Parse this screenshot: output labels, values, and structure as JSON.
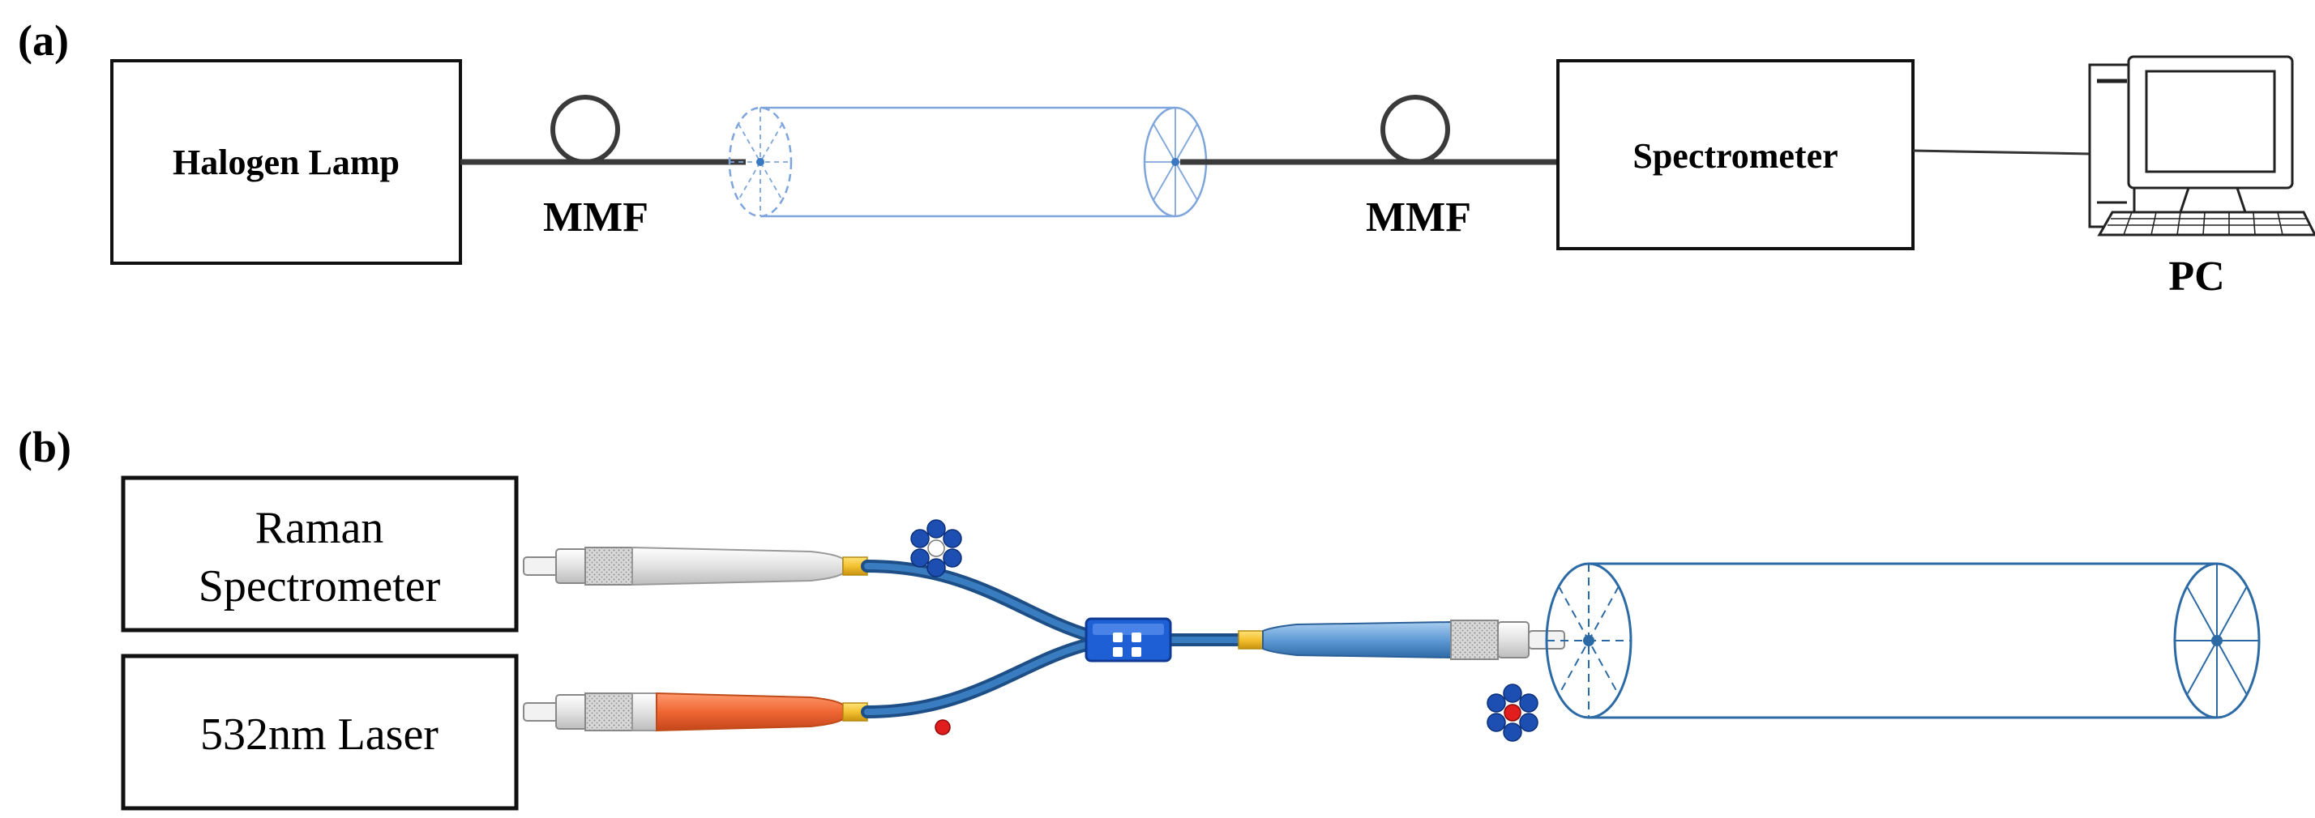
{
  "panel_a": {
    "label": "(a)",
    "source_box": "Halogen Lamp",
    "fiber_left": "MMF",
    "fiber_right": "MMF",
    "detector_box": "Spectrometer",
    "computer_label": "PC"
  },
  "panel_b": {
    "label": "(b)",
    "spectrometer_line1": "Raman",
    "spectrometer_line2": "Spectrometer",
    "laser_box": "532nm Laser"
  },
  "colors": {
    "fiber_blue": "#2c6aa6",
    "cell_blue": "#3a78c2",
    "connector_yellow": "#f4c230",
    "laser_orange": "#ef6633",
    "coupler_blue": "#1e5fd6",
    "molecule_blue": "#1d4fb3",
    "molecule_red": "#e21d1d"
  }
}
